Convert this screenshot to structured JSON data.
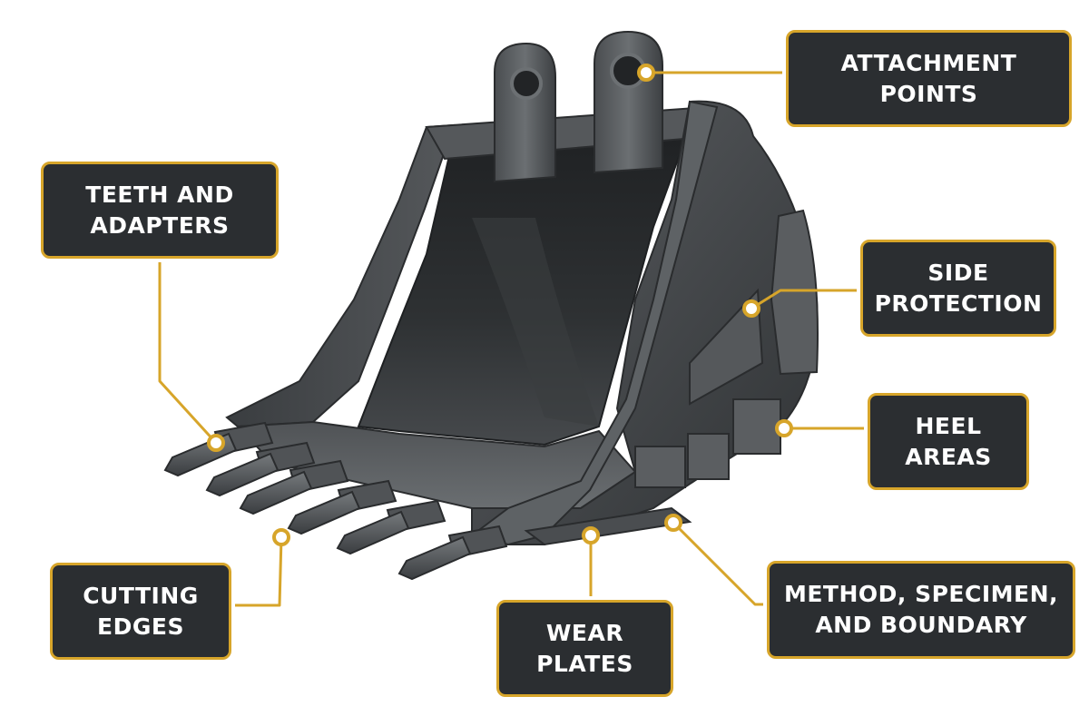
{
  "colors": {
    "accent": "#d7a52a",
    "label_bg": "#2b2e31",
    "label_text": "#ffffff",
    "steel_dark": "#2a2c2e",
    "steel_mid": "#4e5154",
    "steel_light": "#7b7f82"
  },
  "image": {
    "subject": "excavator-bucket-icon"
  },
  "labels": {
    "attachment_points": {
      "line1": "ATTACHMENT",
      "line2": "POINTS"
    },
    "teeth_and_adapters": {
      "line1": "TEETH AND",
      "line2": "ADAPTERS"
    },
    "side_protection": {
      "line1": "SIDE",
      "line2": "PROTECTION"
    },
    "heel_areas": {
      "line1": "HEEL",
      "line2": "AREAS"
    },
    "cutting_edges": {
      "line1": "CUTTING",
      "line2": "EDGES"
    },
    "wear_plates": {
      "line1": "WEAR",
      "line2": "PLATES"
    },
    "method_specimen_boundary": {
      "line1": "METHOD, SPECIMEN,",
      "line2": "AND BOUNDARY"
    }
  }
}
